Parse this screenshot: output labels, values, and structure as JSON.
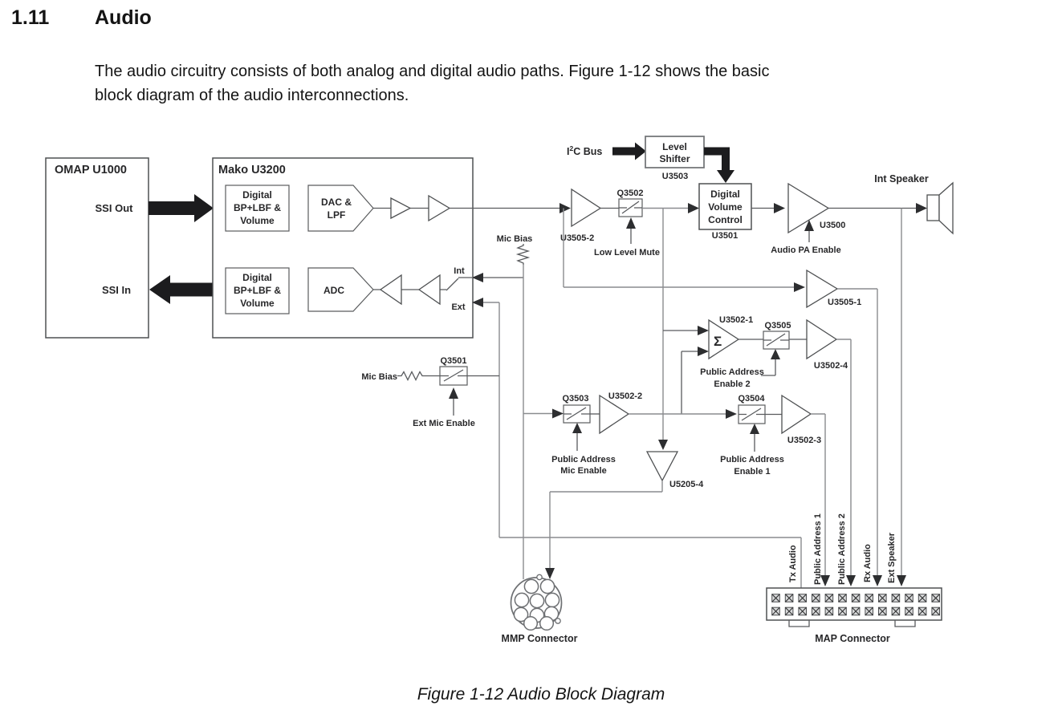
{
  "page": {
    "section_number": "1.11",
    "section_title": "Audio",
    "body_lines": [
      "The audio circuitry consists of both analog and digital audio paths. Figure 1-12 shows the basic",
      "block diagram of the audio interconnections."
    ],
    "caption": "Figure 1-12 Audio Block Diagram"
  },
  "diagram": {
    "omap": {
      "title": "OMAP U1000",
      "ssi_out": "SSI Out",
      "ssi_in": "SSI In"
    },
    "mako": {
      "title": "Mako U3200",
      "bp_lines": [
        "Digital",
        "BP+LBF &",
        "Volume"
      ],
      "dac_lines": [
        "DAC &",
        "LPF"
      ],
      "adc": "ADC",
      "int": "Int",
      "ext": "Ext"
    },
    "i2c": {
      "base": "I",
      "sup": "2",
      "rest": "C Bus"
    },
    "level_shifter": {
      "lines": [
        "Level",
        "Shifter"
      ],
      "ref": "U3503"
    },
    "dvc": {
      "lines": [
        "Digital",
        "Volume",
        "Control"
      ],
      "ref": "U3501"
    },
    "amps": {
      "u3505_2": "U3505-2",
      "u3500": "U3500",
      "u3505_1": "U3505-1",
      "u3502_1": "U3502-1",
      "u3502_4": "U3502-4",
      "u3502_2": "U3502-2",
      "u3502_3": "U3502-3",
      "u5205_4": "U5205-4",
      "sigma": "Σ"
    },
    "switches": {
      "q3501": "Q3501",
      "q3502": "Q3502",
      "q3503": "Q3503",
      "q3504": "Q3504",
      "q3505": "Q3505"
    },
    "signals": {
      "mic_bias_top": "Mic Bias",
      "mic_bias_left": "Mic Bias",
      "low_level_mute": "Low Level Mute",
      "audio_pa_enable": "Audio PA Enable",
      "int_speaker": "Int Speaker",
      "ext_mic_enable": "Ext Mic Enable",
      "pa_enable_2": [
        "Public Address",
        "Enable 2"
      ],
      "pa_mic_enable": [
        "Public Address",
        "Mic Enable"
      ],
      "pa_enable_1": [
        "Public Address",
        "Enable 1"
      ]
    },
    "mmp": {
      "label": "MMP Connector",
      "pin_count": 10
    },
    "map": {
      "label": "MAP Connector",
      "pin_rows": 2,
      "pin_columns": 13,
      "pin_labels": [
        "Tx Audio",
        "Public Address 1",
        "Public Address 2",
        "Rx Audio",
        "Ext Speaker"
      ]
    }
  }
}
